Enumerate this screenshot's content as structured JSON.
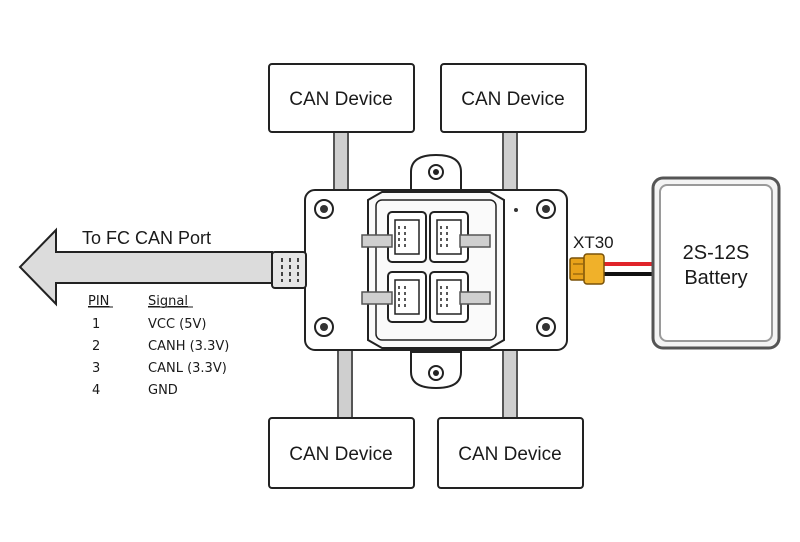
{
  "devices": {
    "top_left": "CAN Device",
    "top_right": "CAN Device",
    "bottom_left": "CAN Device",
    "bottom_right": "CAN Device"
  },
  "arrow_label": "To FC CAN Port",
  "connector_label": "XT30",
  "battery": {
    "line1": "2S-12S",
    "line2": "Battery"
  },
  "pin_table": {
    "headers": [
      "PIN",
      "Signal"
    ],
    "rows": [
      [
        "1",
        "VCC (5V)"
      ],
      [
        "2",
        "CANH (3.3V)"
      ],
      [
        "3",
        "CANL (3.3V)"
      ],
      [
        "4",
        "GND"
      ]
    ]
  },
  "colors": {
    "wire_gray": "#c8c8c8",
    "battery_wire_red": "#e0242a",
    "battery_wire_black": "#111111",
    "xt30_orange": "#e8a21a"
  }
}
